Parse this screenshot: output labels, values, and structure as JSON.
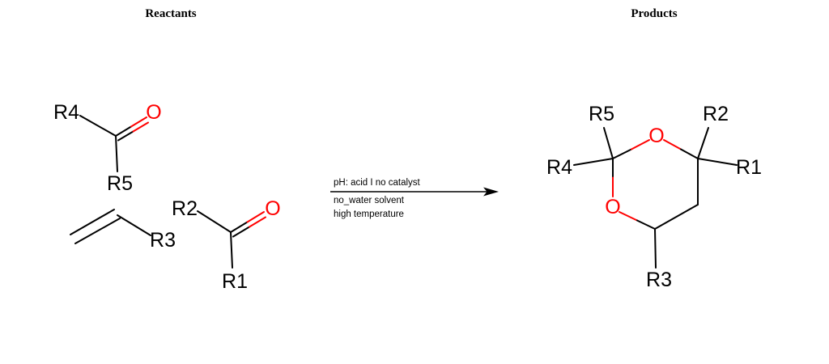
{
  "section_titles": {
    "reactants": "Reactants",
    "products": "Products"
  },
  "reactants": {
    "ketone_a": {
      "r_left": "R4",
      "r_bottom": "R5",
      "carbonyl_oxygen": "O"
    },
    "alkene": {
      "r_right": "R3"
    },
    "ketone_b": {
      "r_left": "R2",
      "r_bottom": "R1",
      "carbonyl_oxygen": "O"
    }
  },
  "arrow": {
    "condition_line_1": "pH: acid I no catalyst",
    "condition_line_2": "no_water solvent",
    "condition_line_3": "high temperature"
  },
  "product": {
    "r5": "R5",
    "r2": "R2",
    "r4": "R4",
    "r1": "R1",
    "r3": "R3",
    "oxygen_top": "O",
    "oxygen_bottom_left": "O"
  },
  "colors": {
    "bond_black": "#000000",
    "oxygen_red": "#ff0000",
    "background": "#ffffff"
  }
}
